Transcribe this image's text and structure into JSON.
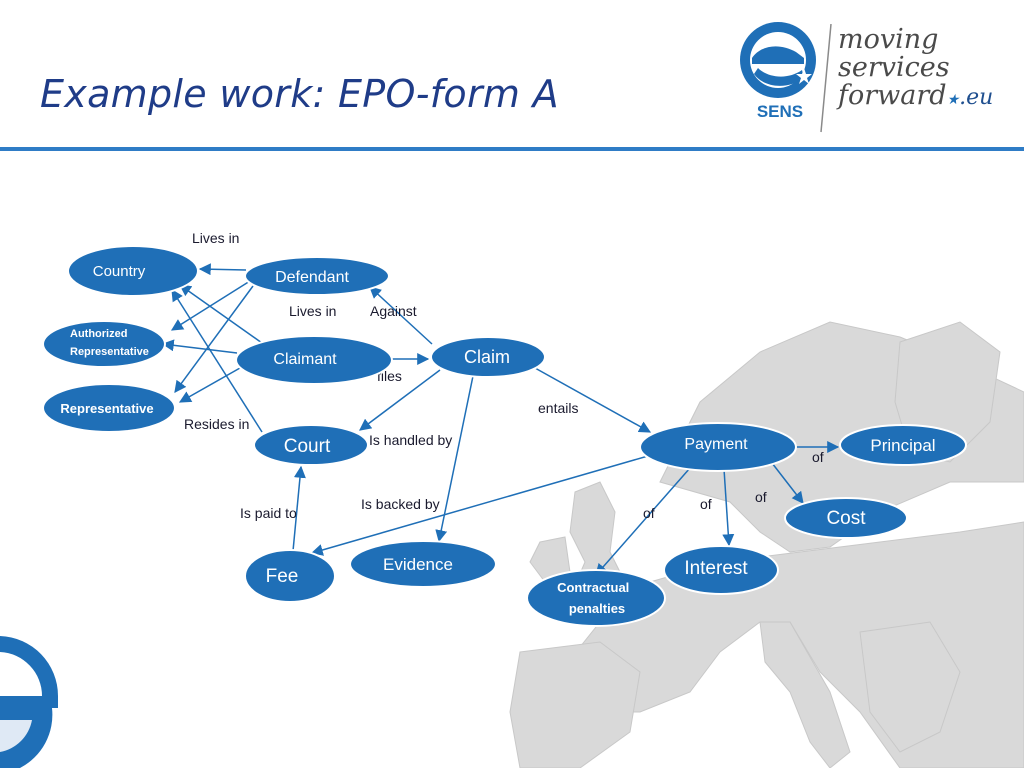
{
  "slide": {
    "title": "Example work: EPO-form A",
    "logo": {
      "name": "SENS",
      "tagline": [
        "moving",
        "services",
        "forward"
      ],
      "tld": ".eu"
    }
  },
  "diagram": {
    "nodes": [
      {
        "id": "country",
        "label": "Country"
      },
      {
        "id": "defendant",
        "label": "Defendant"
      },
      {
        "id": "authorized_representative",
        "label": "Authorized Representative"
      },
      {
        "id": "claimant",
        "label": "Claimant"
      },
      {
        "id": "claim",
        "label": "Claim"
      },
      {
        "id": "representative",
        "label": "Representative"
      },
      {
        "id": "court",
        "label": "Court"
      },
      {
        "id": "payment",
        "label": "Payment"
      },
      {
        "id": "principal",
        "label": "Principal"
      },
      {
        "id": "cost",
        "label": "Cost"
      },
      {
        "id": "interest",
        "label": "Interest"
      },
      {
        "id": "contractual_penalties",
        "label": "Contractual penalties"
      },
      {
        "id": "evidence",
        "label": "Evidence"
      },
      {
        "id": "fee",
        "label": "Fee"
      }
    ],
    "edge_labels": [
      "Lives in",
      "Lives in",
      "Against",
      "files",
      "Resides in",
      "Is handled by",
      "entails",
      "Is backed by",
      "Is paid to",
      "of",
      "of",
      "of",
      "of"
    ]
  },
  "colors": {
    "title": "#1f3c88",
    "node_fill": "#1f6fb7",
    "node_stroke": "#ffffff",
    "edge": "#1f6fb7",
    "header_rule": "#2f7cc6",
    "map_land": "#d9d9d9"
  }
}
